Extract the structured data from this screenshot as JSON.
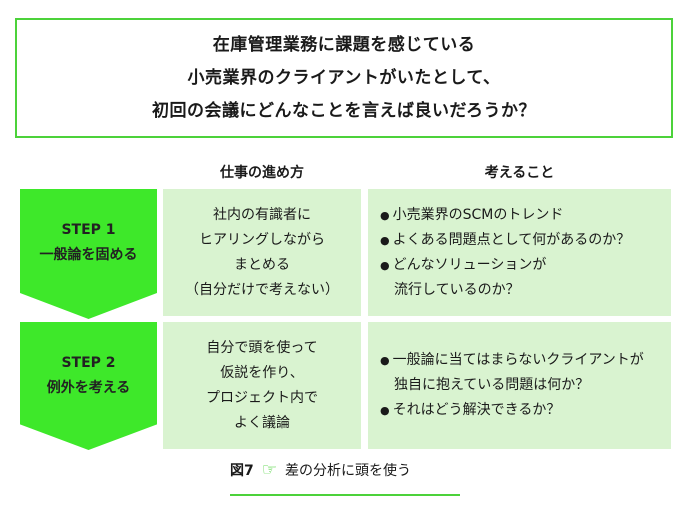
{
  "title": {
    "lines": [
      "在庫管理業務に課題を感じている",
      "小売業界のクライアントがいたとして、",
      "初回の会議にどんなことを言えば良いだろうか？"
    ]
  },
  "headers": {
    "col_work": "仕事の進め方",
    "col_think": "考えること"
  },
  "steps": [
    {
      "step": "STEP 1",
      "label": "一般論を固める",
      "work": [
        "社内の有識者に",
        "ヒアリングしながら",
        "まとめる",
        "（自分だけで考えない）"
      ],
      "think": [
        {
          "text": "小売業界のSCMのトレンド"
        },
        {
          "text": "よくある問題点として何があるのか？"
        },
        {
          "text": "どんなソリューションが",
          "cont": "流行しているのか？"
        }
      ]
    },
    {
      "step": "STEP 2",
      "label": "例外を考える",
      "work": [
        "自分で頭を使って",
        "仮説を作り、",
        "プロジェクト内で",
        "よく議論"
      ],
      "think": [
        {
          "text": "一般論に当てはまらないクライアントが",
          "cont": "独自に抱えている問題は何か？"
        },
        {
          "text": "それはどう解決できるか？"
        }
      ]
    }
  ],
  "caption": {
    "figure": "図7",
    "icon": "pointing-hand-icon",
    "hand_glyph": "☞",
    "text": "差の分析に頭を使う"
  },
  "colors": {
    "accent": "#4cd23a",
    "arrow": "#3ee82a",
    "cell": "#d9f3d0"
  }
}
